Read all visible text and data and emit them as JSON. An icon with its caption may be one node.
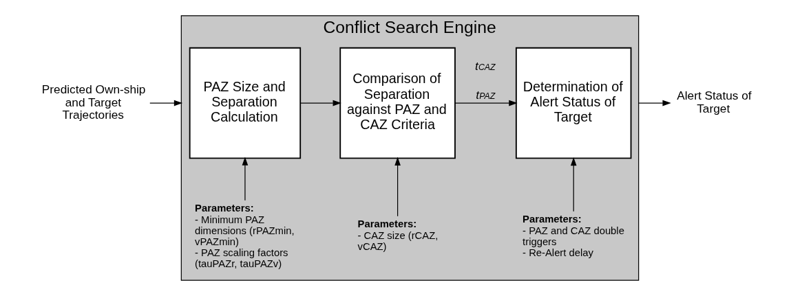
{
  "diagram": {
    "nodes": [
      {
        "text": [
          "Conflict Search Engine"
        ]
      },
      {
        "text": [
          "PAZ Size and Separation Calculation"
        ],
        "in": 0
      },
      {
        "text": [
          "Comparison of Separation against PAZ and CAZ Criteria"
        ],
        "in": 0
      },
      {
        "text": [
          "Determination of Alert Status of Target"
        ],
        "in": 0
      },
      {
        "text": [
          "Parameters:",
          "- Minimum PAZ dimensions (rPAZmin, vPAZmin)",
          "- PAZ scaling factors (tauPAZr, tauPAZv)"
        ],
        "in": 0
      },
      {
        "text": [
          "Parameters:",
          "- CAZ size (rCAZ, vCAZ)"
        ],
        "in": 0
      },
      {
        "text": [
          "Parameters:",
          "- PAZ and CAZ double triggers",
          "- Re-Alert delay"
        ],
        "in": 0
      },
      {
        "text": [
          "Predicted Own-ship and Target Trajectories"
        ]
      },
      {
        "text": [
          "Alert Status of Target"
        ]
      }
    ],
    "edges": [
      {
        "from": 7,
        "to": 0,
        "arrow": "to"
      },
      {
        "from": 1,
        "to": 2,
        "arrow": "to"
      },
      {
        "from": 2,
        "to": 3,
        "arrow": "to",
        "label": "*t*$_{CAZ}$ *t*$_{PAZ}$"
      },
      {
        "from": 0,
        "to": 8,
        "arrow": "to"
      },
      {
        "from": 4,
        "to": 1,
        "arrow": "to"
      },
      {
        "from": 5,
        "to": 2,
        "arrow": "to"
      },
      {
        "from": 6,
        "to": 3,
        "arrow": "to"
      }
    ]
  }
}
